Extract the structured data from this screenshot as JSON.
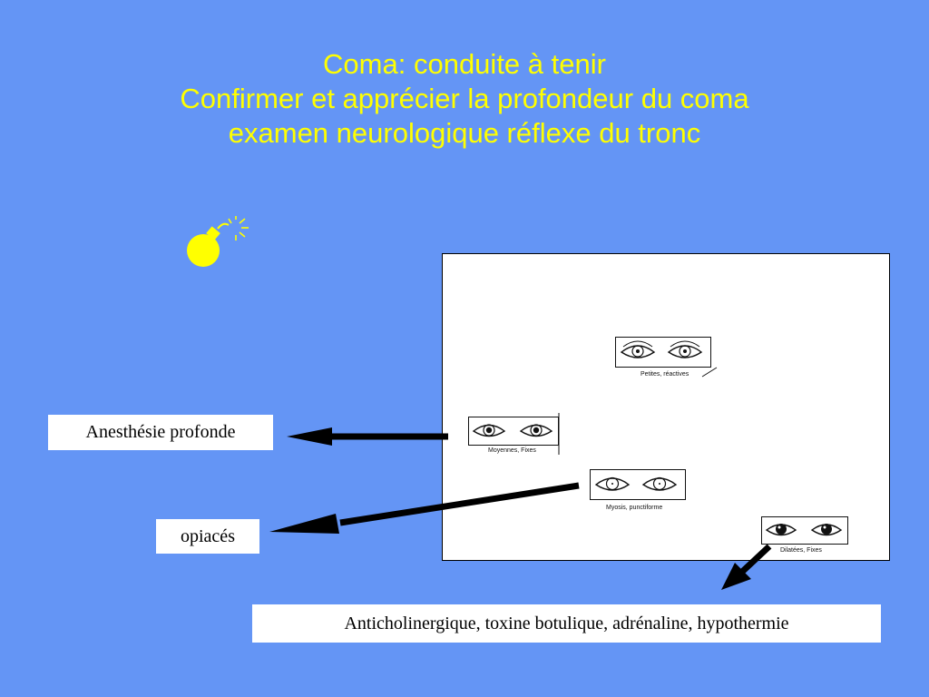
{
  "title": {
    "line1": "Coma: conduite à tenir",
    "line2": "Confirmer et apprécier la profondeur du coma",
    "line3": "examen neurologique  réflexe du tronc"
  },
  "icon": "bomb-icon",
  "pupils": [
    {
      "caption": "Petites,  réactives",
      "pupil": "small"
    },
    {
      "caption": "Moyennes,  Fixes",
      "pupil": "medium"
    },
    {
      "caption": "Myosis, punctiforme",
      "pupil": "pinpoint"
    },
    {
      "caption": "Dilatées,  Fixes",
      "pupil": "dilated"
    }
  ],
  "labels": {
    "anesthesia": "Anesthésie profonde",
    "opiates": "opiacés",
    "anticholinergic": "Anticholinergique, toxine botulique, adrénaline, hypothermie"
  },
  "colors": {
    "background": "#6495f5",
    "title": "#ffff00",
    "bomb": "#ffff00"
  }
}
